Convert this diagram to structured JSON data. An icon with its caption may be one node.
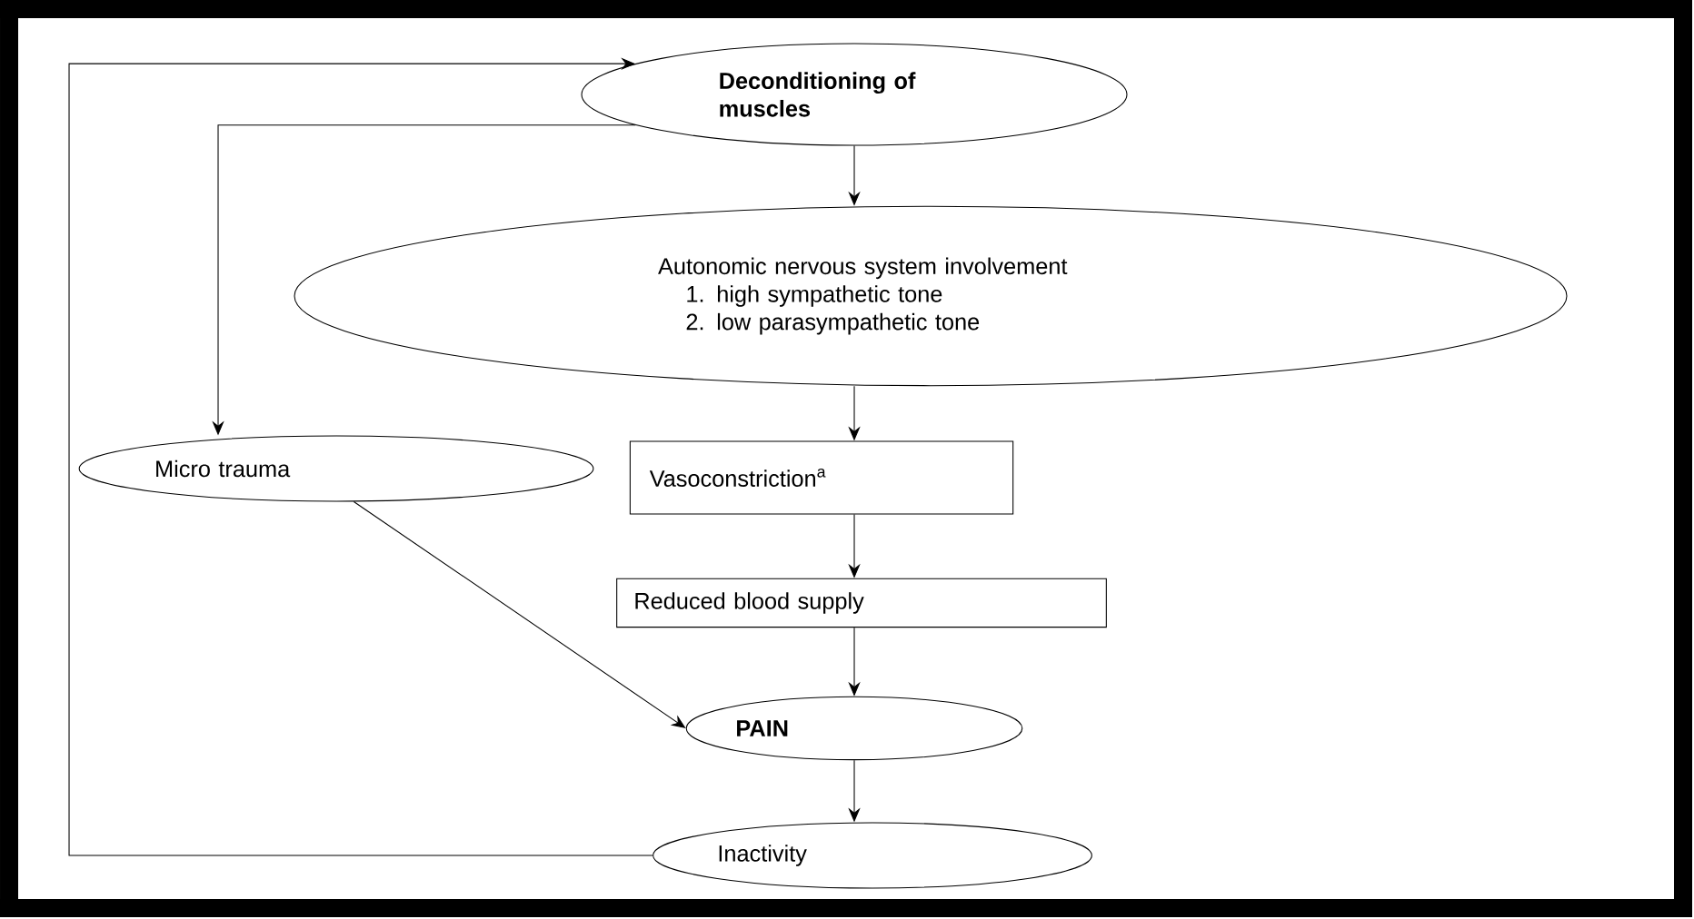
{
  "diagram": {
    "nodes": [
      {
        "text": [
          "Deconditioning of muscles"
        ]
      },
      {
        "text": [
          "Autonomic nervous system involvement",
          "1. high sympathetic tone",
          "2. low parasympathetic tone"
        ]
      },
      {
        "text": [
          "Micro trauma"
        ]
      },
      {
        "text": [
          "Vasoconstriction$^{a}$"
        ]
      },
      {
        "text": [
          "Reduced blood supply"
        ]
      },
      {
        "text": [
          "PAIN"
        ]
      },
      {
        "text": [
          "Inactivity"
        ]
      }
    ],
    "edges": [
      {
        "from": 0,
        "to": 1,
        "arrow": "to"
      },
      {
        "from": 1,
        "to": 3,
        "arrow": "to"
      },
      {
        "from": 3,
        "to": 4,
        "arrow": "to"
      },
      {
        "from": 4,
        "to": 5,
        "arrow": "to"
      },
      {
        "from": 5,
        "to": 6,
        "arrow": "to"
      },
      {
        "from": 2,
        "to": 5,
        "arrow": "to"
      },
      {
        "from": 0,
        "to": 2,
        "arrow": "to"
      },
      {
        "from": 6,
        "to": 0,
        "arrow": "to"
      }
    ]
  }
}
